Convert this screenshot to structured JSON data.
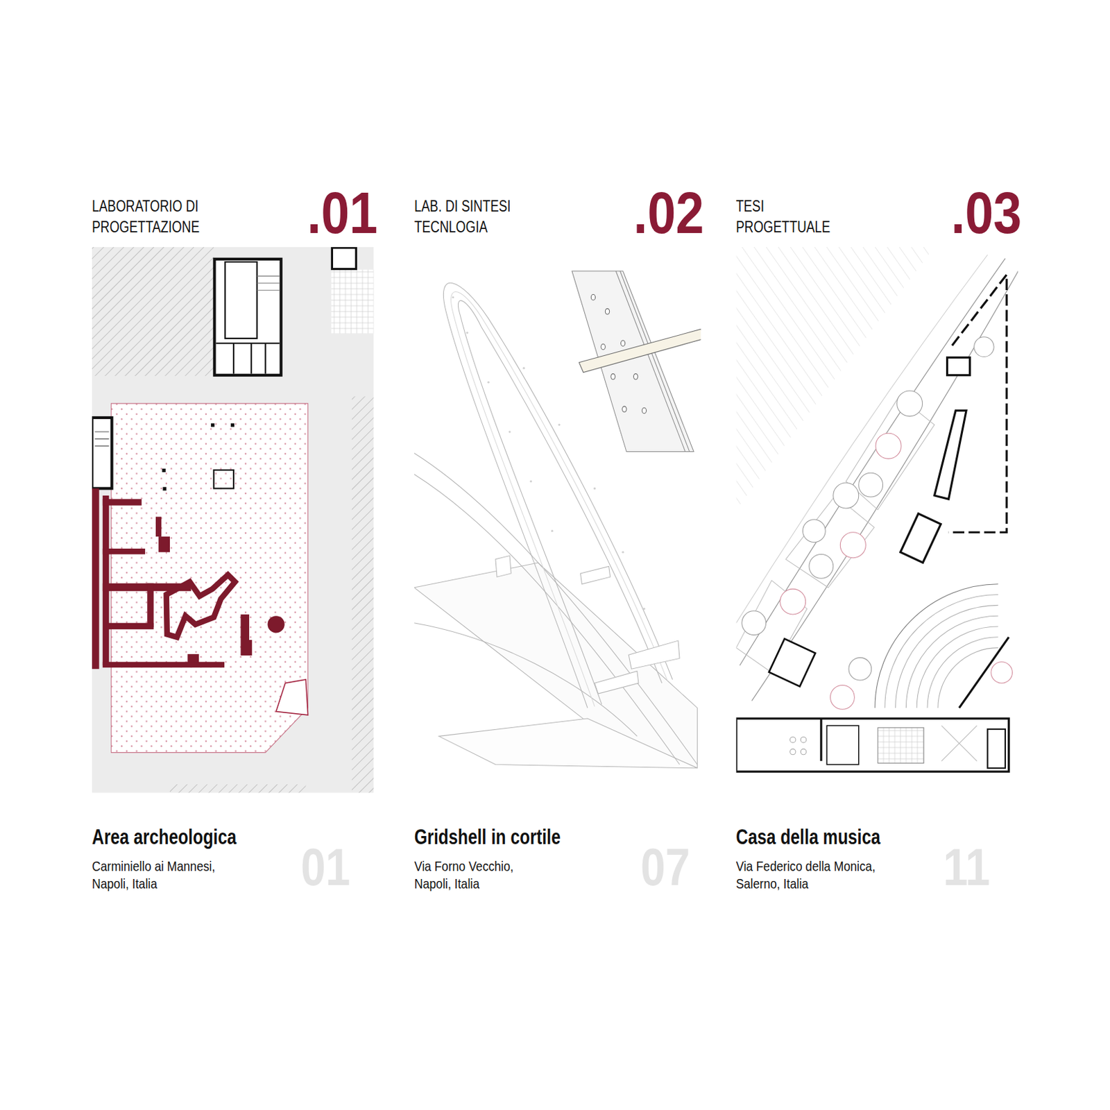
{
  "diagram": {
    "labels": [
      "LABORATORIO DI PROGETTAZIONE",
      ".01",
      "LAB. DI SINTESI TECNLOGIA",
      ".02",
      "TESI PROGETTUALE",
      ".03",
      "Area archeologica",
      "Carminiello ai Mannesi, Napoli, Italia",
      "01",
      "Gridshell in cortile",
      "Via Forno Vecchio, Napoli, Italia",
      "07",
      "Casa della musica",
      "Via Federico della Monica, Salerno, Italia",
      "11"
    ]
  }
}
